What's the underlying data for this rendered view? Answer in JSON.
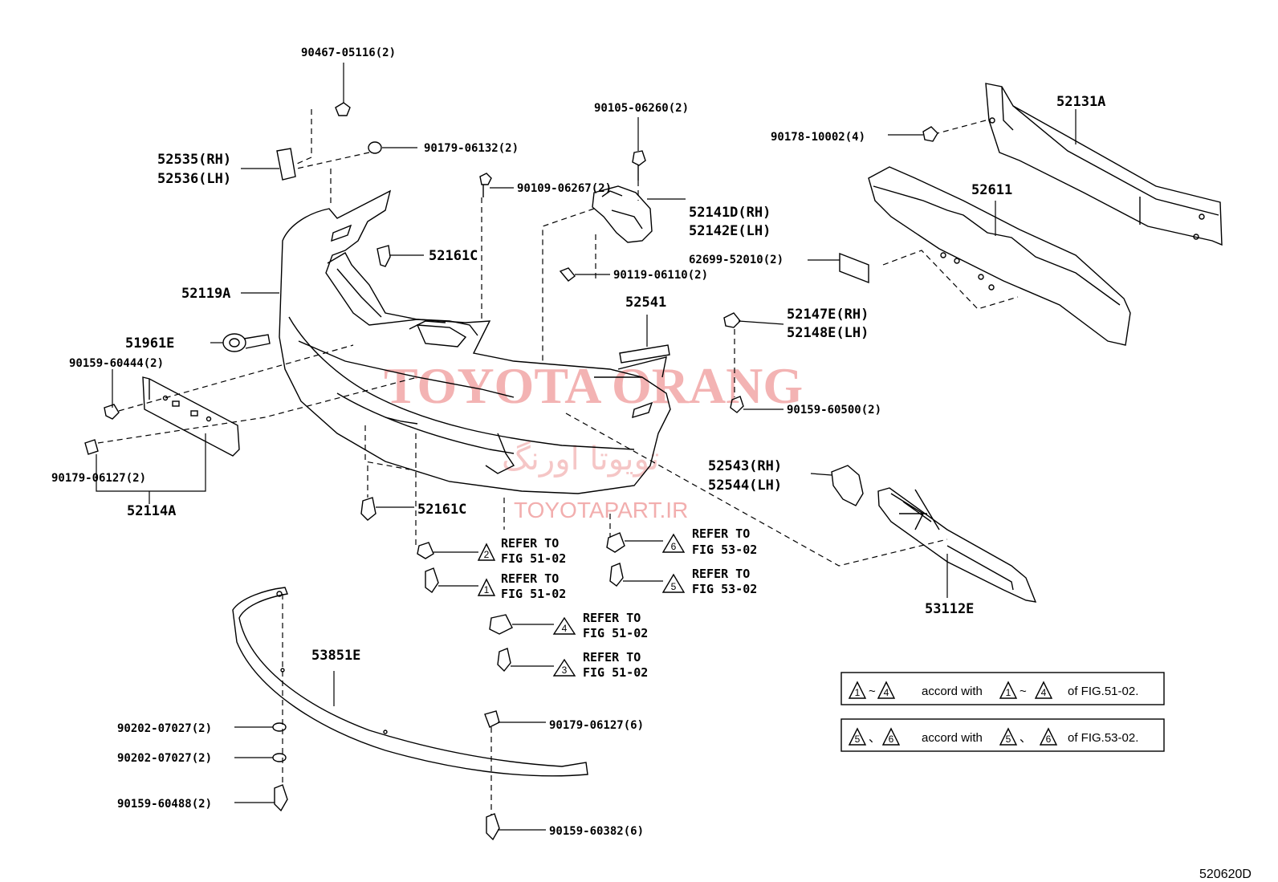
{
  "diagram": {
    "watermark": {
      "brand": "TOYOTA ORANG",
      "persian": "تویوتا اورنگ",
      "url": "TOYOTAPART.IR"
    },
    "figure_code": "520620D",
    "parts": {
      "p90467": "90467-05116(2)",
      "p52535": "52535(RH)",
      "p52536": "52536(LH)",
      "p90179_06132": "90179-06132(2)",
      "p90109": "90109-06267(2)",
      "p52161c_top": "52161C",
      "p52119a": "52119A",
      "p51961e": "51961E",
      "p90159_60444": "90159-60444(2)",
      "p90179_06127_left": "90179-06127(2)",
      "p52114a": "52114A",
      "p90105": "90105-06260(2)",
      "p52141d": "52141D(RH)",
      "p52142e": "52142E(LH)",
      "p90119": "90119-06110(2)",
      "p52541": "52541",
      "p52131a": "52131A",
      "p90178": "90178-10002(4)",
      "p52611": "52611",
      "p62699": "62699-52010(2)",
      "p52147e": "52147E(RH)",
      "p52148e": "52148E(LH)",
      "p90159_60500": "90159-60500(2)",
      "p52543": "52543(RH)",
      "p52544": "52544(LH)",
      "p52161c_bottom": "52161C",
      "p53112e": "53112E",
      "p53851e": "53851E",
      "p90202_a": "90202-07027(2)",
      "p90202_b": "90202-07027(2)",
      "p90159_60488": "90159-60488(2)",
      "p90179_06127_right": "90179-06127(6)",
      "p90159_60382": "90159-60382(6)"
    },
    "refs": [
      {
        "num": "2",
        "line1": "REFER TO",
        "line2": "FIG 51-02"
      },
      {
        "num": "1",
        "line1": "REFER TO",
        "line2": "FIG 51-02"
      },
      {
        "num": "4",
        "line1": "REFER TO",
        "line2": "FIG 51-02"
      },
      {
        "num": "3",
        "line1": "REFER TO",
        "line2": "FIG 51-02"
      },
      {
        "num": "6",
        "line1": "REFER TO",
        "line2": "FIG 53-02"
      },
      {
        "num": "5",
        "line1": "REFER TO",
        "line2": "FIG 53-02"
      }
    ],
    "notes": [
      {
        "from": "1",
        "sep": "~",
        "to": "4",
        "text": "accord with",
        "suffix": "of FIG.51-02."
      },
      {
        "from": "5",
        "sep": "、",
        "to": "6",
        "text": "accord with",
        "suffix": "of FIG.53-02."
      }
    ]
  }
}
